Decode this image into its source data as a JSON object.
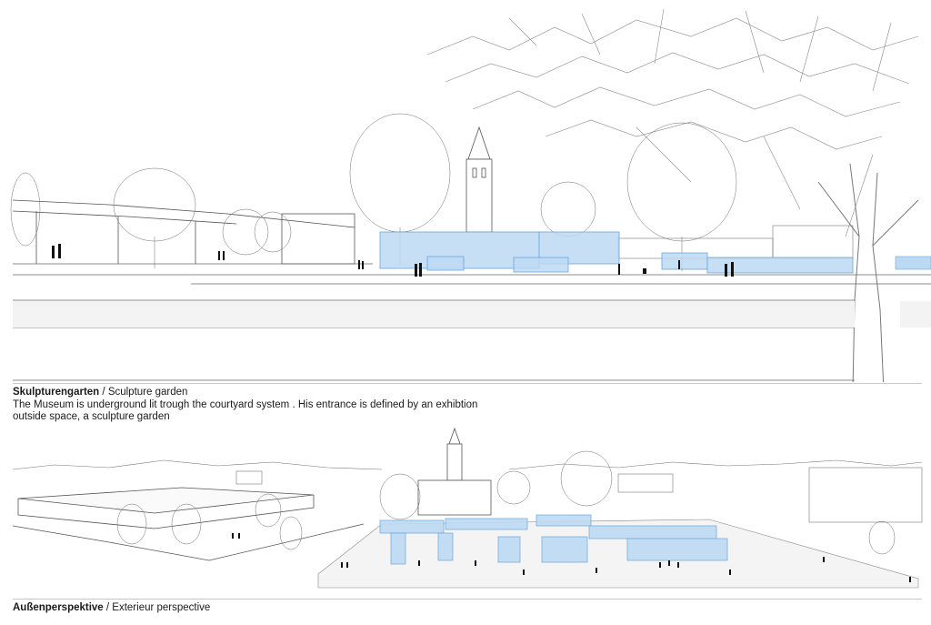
{
  "captions": {
    "top": {
      "title_bold": "Skulpturengarten",
      "separator": " / ",
      "title_regular": "Sculpture garden",
      "description": "The Museum is underground lit trough the courtyard system . His entrance is defined by an exhibtion outside space, a sculpture garden"
    },
    "bottom": {
      "title_bold": "Außenperspektive",
      "separator": " / ",
      "title_regular": "Exterieur perspective"
    }
  },
  "colors": {
    "glass": "#bcd9f3",
    "glass_stroke": "#6aa6dc",
    "line": "#555555",
    "figure": "#111111"
  }
}
